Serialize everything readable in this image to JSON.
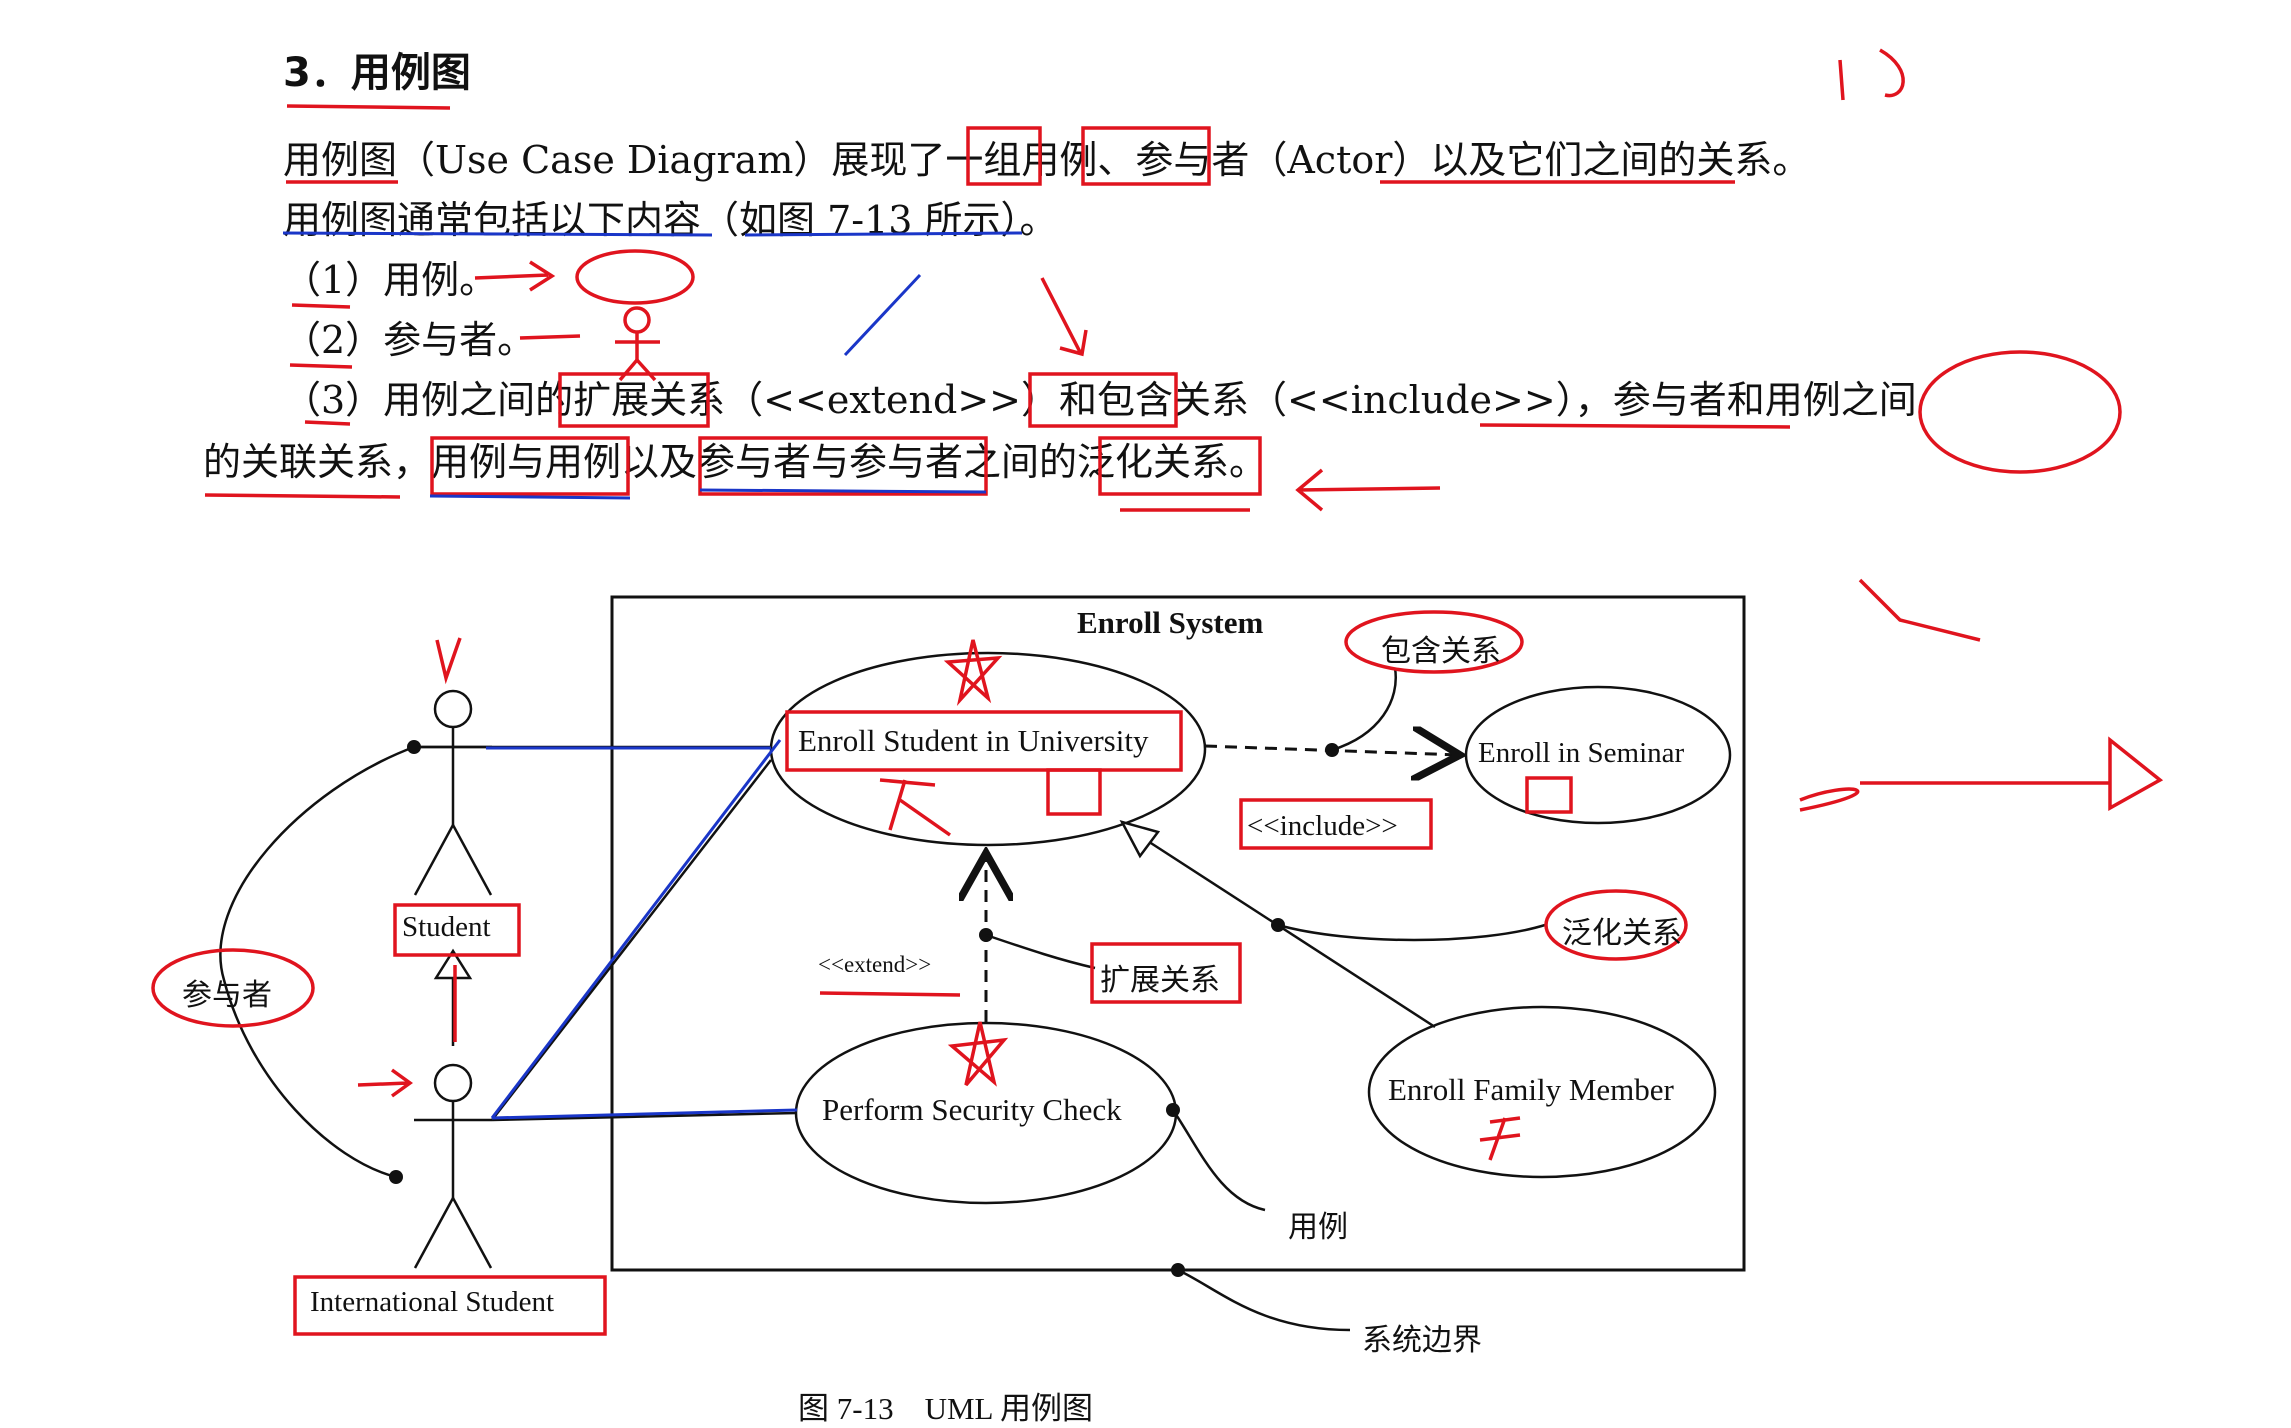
{
  "heading": "3．用例图",
  "paragraph": {
    "line1": "用例图（Use Case Diagram）展现了一组用例、参与者（Actor）以及它们之间的关系。",
    "line2": "用例图通常包括以下内容（如图 7-13 所示）。",
    "item1": "（1）用例。",
    "item2": "（2）参与者。",
    "item3_a": "（3）用例之间的扩展关系（<<extend>>）和包含关系（<<include>>），参与者和用例之间",
    "item3_b": "的关联关系，用例与用例以及参与者与参与者之间的泛化关系。"
  },
  "diagram": {
    "system_title": "Enroll System",
    "use_cases": {
      "enroll_university": "Enroll Student in University",
      "enroll_seminar": "Enroll in Seminar",
      "security_check": "Perform Security Check",
      "family_member": "Enroll Family Member"
    },
    "actors": {
      "student": "Student",
      "international_student": "International Student"
    },
    "stereotypes": {
      "include": "<<include>>",
      "extend": "<<extend>>"
    },
    "callouts": {
      "include_relation": "包含关系",
      "extend_relation": "扩展关系",
      "generalization": "泛化关系",
      "actor": "参与者",
      "use_case": "用例",
      "system_boundary": "系统边界"
    },
    "caption": "图 7-13　UML 用例图"
  },
  "colors": {
    "annotation_red": "#e0141e",
    "annotation_blue": "#1a36c8",
    "text": "#111111"
  }
}
